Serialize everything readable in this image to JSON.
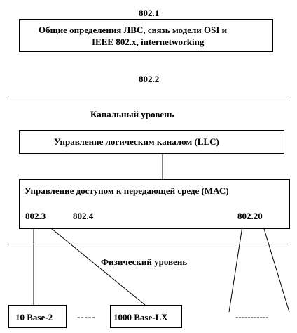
{
  "top": {
    "label": "802.1",
    "box_line1": "Общие определения ЛВС, связь модели OSI и",
    "box_line2": "IEEE  802.x, internetworking"
  },
  "mid_label": "802.2",
  "channel_level": "Канальный  уровень",
  "llc_box": "Управление логическим каналом (LLC)",
  "mac_box": {
    "title": "Управление доступом к передающей среде (МАС)",
    "std_a": "802.3",
    "std_b": "802.4",
    "std_c": "802.20"
  },
  "physical_level": "Физический уровень",
  "bottom": {
    "box_a": "10 Base-2",
    "dots_a": "-----",
    "box_b": "1000 Base-LX",
    "dots_b": "-----------"
  }
}
